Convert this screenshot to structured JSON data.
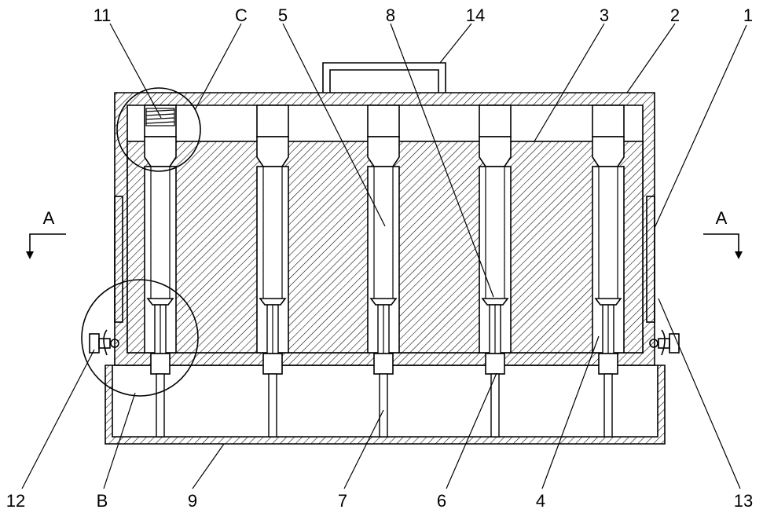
{
  "figure": {
    "labels": {
      "l1": "1",
      "l2": "2",
      "l3": "3",
      "l4": "4",
      "l5": "5",
      "l6": "6",
      "l7": "7",
      "l8": "8",
      "l9": "9",
      "l11": "11",
      "l12": "12",
      "l13": "13",
      "l14": "14",
      "lB": "B",
      "lC": "C",
      "lA_left": "A",
      "lA_right": "A"
    }
  }
}
